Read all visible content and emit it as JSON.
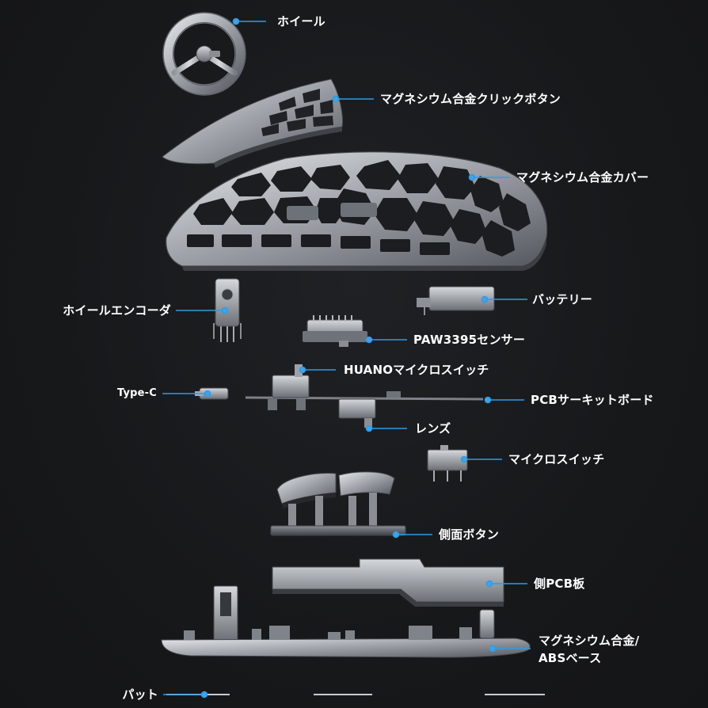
{
  "labels": [
    {
      "id": "wheel",
      "text": "ホイール"
    },
    {
      "id": "click_button",
      "text": "マグネシウム合金クリックボタン"
    },
    {
      "id": "cover",
      "text": "マグネシウム合金カバー"
    },
    {
      "id": "wheel_encoder",
      "text": "ホイールエンコーダ"
    },
    {
      "id": "battery",
      "text": "バッテリー"
    },
    {
      "id": "sensor",
      "text": "PAW3395センサー"
    },
    {
      "id": "huano_switch",
      "text": "HUANOマイクロスイッチ"
    },
    {
      "id": "type_c",
      "text": "Type-C"
    },
    {
      "id": "pcb_board",
      "text": "PCBサーキットボード"
    },
    {
      "id": "lens",
      "text": "レンズ"
    },
    {
      "id": "micro_switch",
      "text": "マイクロスイッチ"
    },
    {
      "id": "side_button",
      "text": "側面ボタン"
    },
    {
      "id": "side_pcb",
      "text": "側PCB板"
    },
    {
      "id": "base_line1",
      "text": "マグネシウム合金/"
    },
    {
      "id": "base_line2",
      "text": "ABSベース"
    },
    {
      "id": "pad",
      "text": "パット"
    }
  ],
  "colors": {
    "background": "#17181a",
    "leader_line": "#2f9be6",
    "leader_dot": "#3aa6f0",
    "metal_light": "#c9ccd1",
    "metal_dark": "#5b5f66",
    "text": "#ffffff"
  }
}
